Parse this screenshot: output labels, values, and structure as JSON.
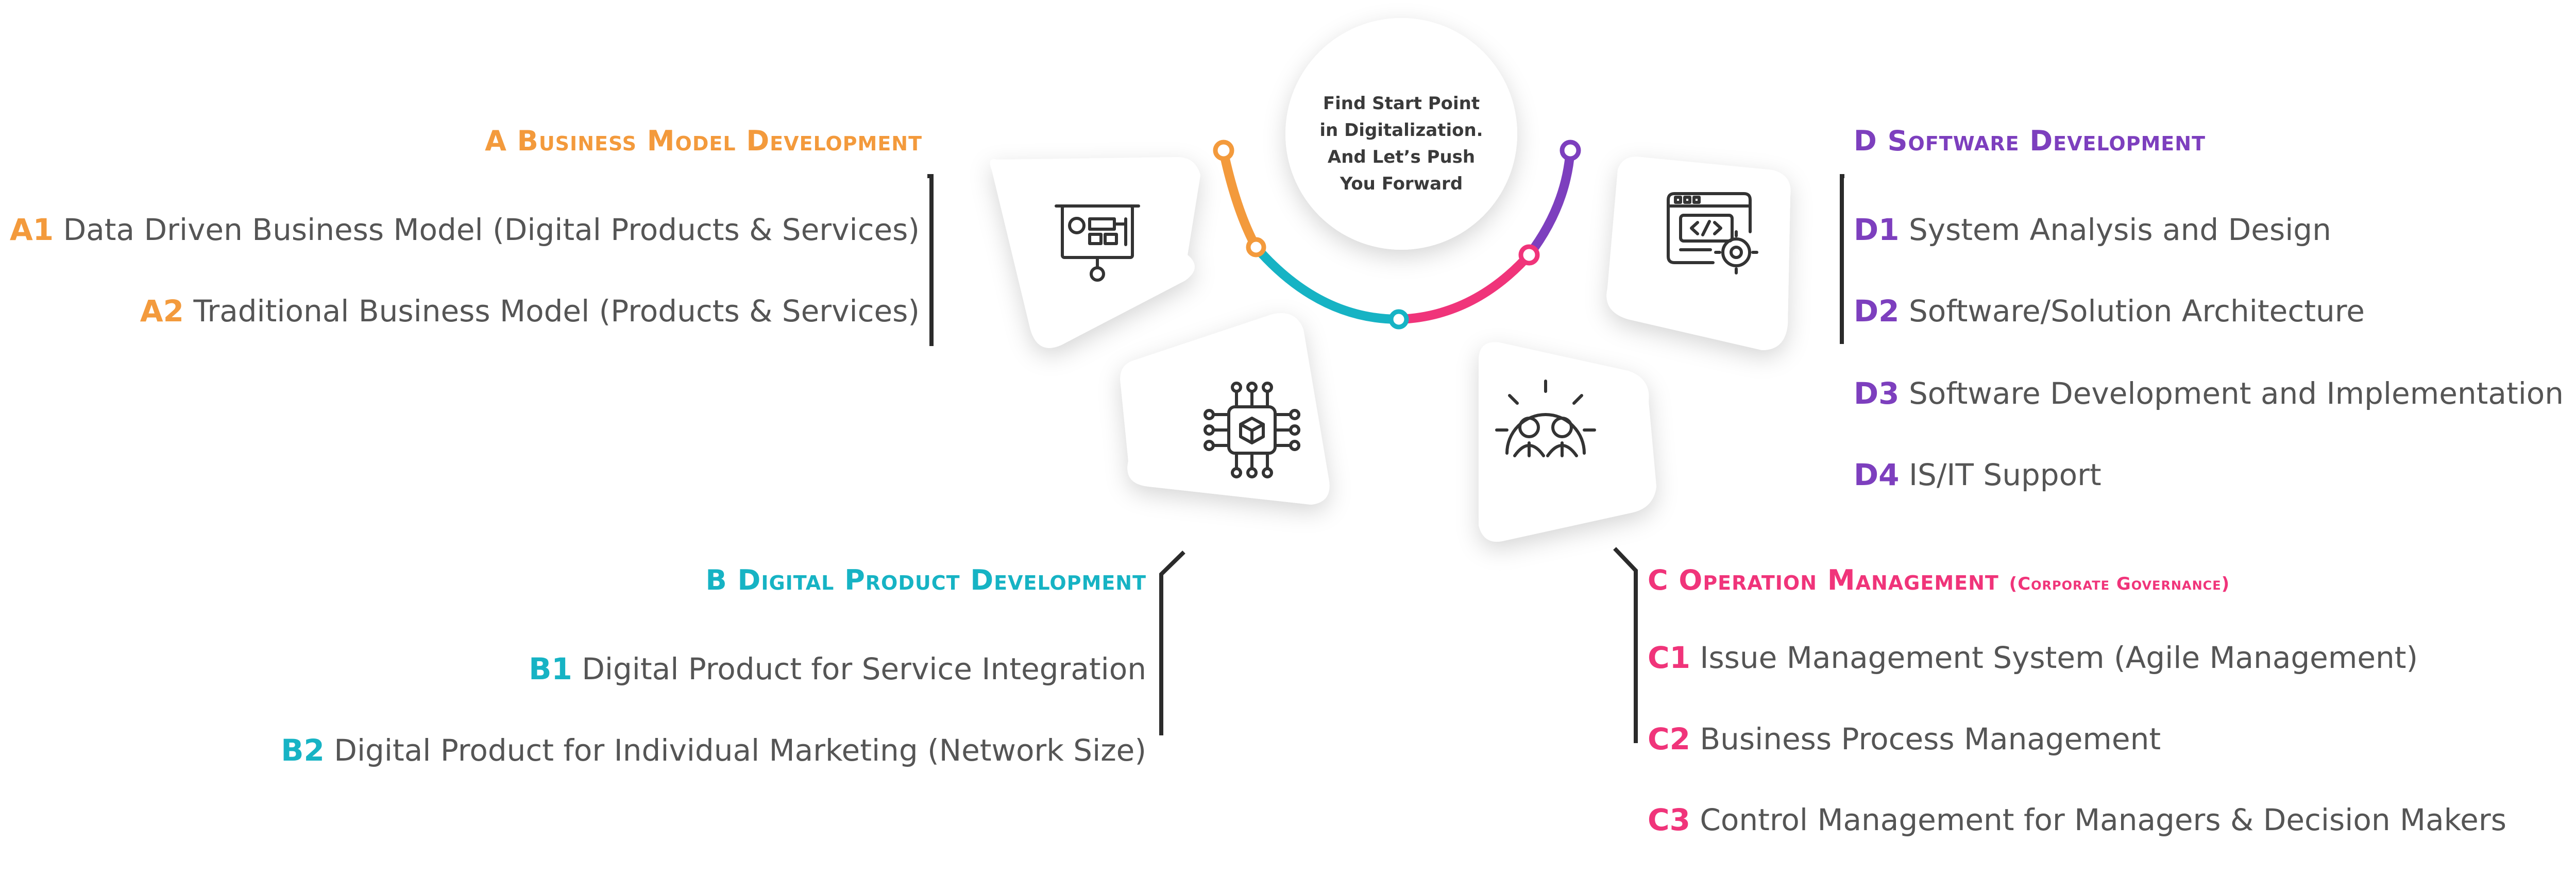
{
  "center": {
    "lines": [
      "Find Start Point",
      "in Digitalization.",
      "And Let’s Push",
      "You Forward"
    ]
  },
  "colors": {
    "a": "#f39a3c",
    "b": "#16b3c4",
    "c": "#f0347a",
    "d": "#7d3fbe",
    "text": "#555555",
    "bracket": "#2b2b2b"
  },
  "icons": {
    "a": "presentation-board-icon",
    "b": "circuit-chip-icon",
    "c": "gear-team-icon",
    "d": "code-window-icon"
  },
  "sections": {
    "a": {
      "title": "A Business Model Development",
      "items": [
        {
          "code": "A1",
          "text": "Data Driven Business Model (Digital Products & Services)"
        },
        {
          "code": "A2",
          "text": "Traditional Business Model (Products & Services)"
        }
      ]
    },
    "b": {
      "title": "B Digital Product Development",
      "items": [
        {
          "code": "B1",
          "text": "Digital Product for Service Integration"
        },
        {
          "code": "B2",
          "text": "Digital Product for Individual Marketing (Network Size)"
        }
      ]
    },
    "c": {
      "title": "C Operation Management",
      "subtitle": "(Corporate Governance)",
      "items": [
        {
          "code": "C1",
          "text": "Issue Management System (Agile Management)"
        },
        {
          "code": "C2",
          "text": "Business Process Management"
        },
        {
          "code": "C3",
          "text": "Control Management for Managers & Decision Makers"
        }
      ]
    },
    "d": {
      "title": "D Software Development",
      "items": [
        {
          "code": "D1",
          "text": "System Analysis and Design"
        },
        {
          "code": "D2",
          "text": "Software/Solution Architecture"
        },
        {
          "code": "D3",
          "text": "Software Development and Implementation"
        },
        {
          "code": "D4",
          "text": "IS/IT Support"
        }
      ]
    }
  }
}
